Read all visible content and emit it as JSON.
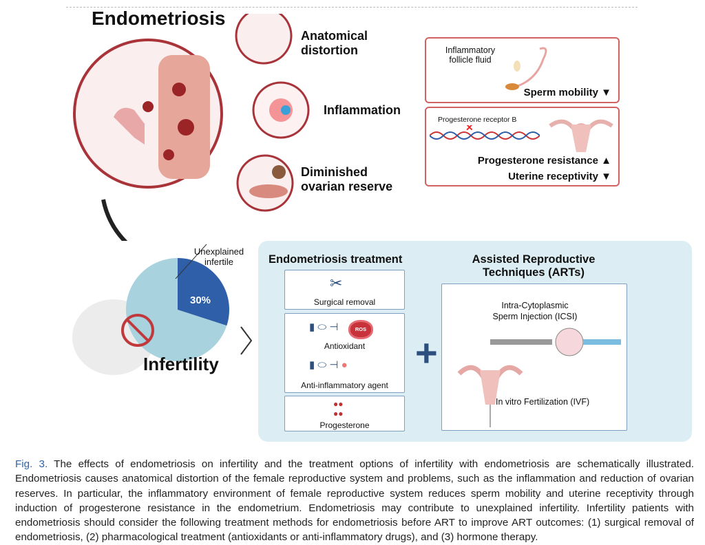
{
  "figure": {
    "title": "Endometriosis",
    "effects": [
      {
        "label": "Anatomical distortion"
      },
      {
        "label": "Inflammation"
      },
      {
        "label": "Diminished ovarian reserve"
      }
    ],
    "box1": {
      "label": "Inflammatory follicle fluid",
      "result": "Sperm mobility ▼"
    },
    "box2": {
      "label": "Progesterone receptor B",
      "result1": "Progesterone resistance ▲",
      "result2": "Uterine receptivity ▼"
    },
    "pie": {
      "label": "Unexplained infertile",
      "value_label": "30%",
      "value": 30,
      "colors": {
        "slice": "#2f5fa8",
        "rest": "#a8d2dd"
      }
    },
    "infertility": "Infertility",
    "treatment": {
      "title": "Endometriosis treatment",
      "items": [
        "Surgical removal",
        "Antioxidant",
        "Anti-inflammatory agent",
        "Progesterone"
      ],
      "ros": "ROS"
    },
    "plus": "+",
    "arts": {
      "title": "Assisted Reproductive Techniques (ARTs)",
      "icsi": "Intra-Cytoplasmic Sperm Injection (ICSI)",
      "ivf": "In vitro Fertilization (IVF)"
    }
  },
  "caption": {
    "label": "Fig. 3.",
    "text": "The effects of endometriosis on infertility and the treatment options of infertility with endometriosis are schematically illustrated. Endometriosis causes anatomical distortion of the female reproductive system and problems, such as the inflammation and reduction of ovarian reserves. In particular, the inflammatory environment of female reproductive system reduces sperm mobility and uterine receptivity through induction of progesterone resistance in the endometrium. Endometriosis may contribute to unexplained infertility. Infertility patients with endometriosis should consider the following treatment methods for endometriosis before ART to improve ART outcomes: (1) surgical removal of endometriosis, (2) pharmacological treatment (antioxidants or anti-inflammatory drugs), and (3) hormone therapy."
  },
  "colors": {
    "red": "#b53a3e",
    "blue_dark": "#2b4f7e",
    "panel": "#dcedf3"
  }
}
